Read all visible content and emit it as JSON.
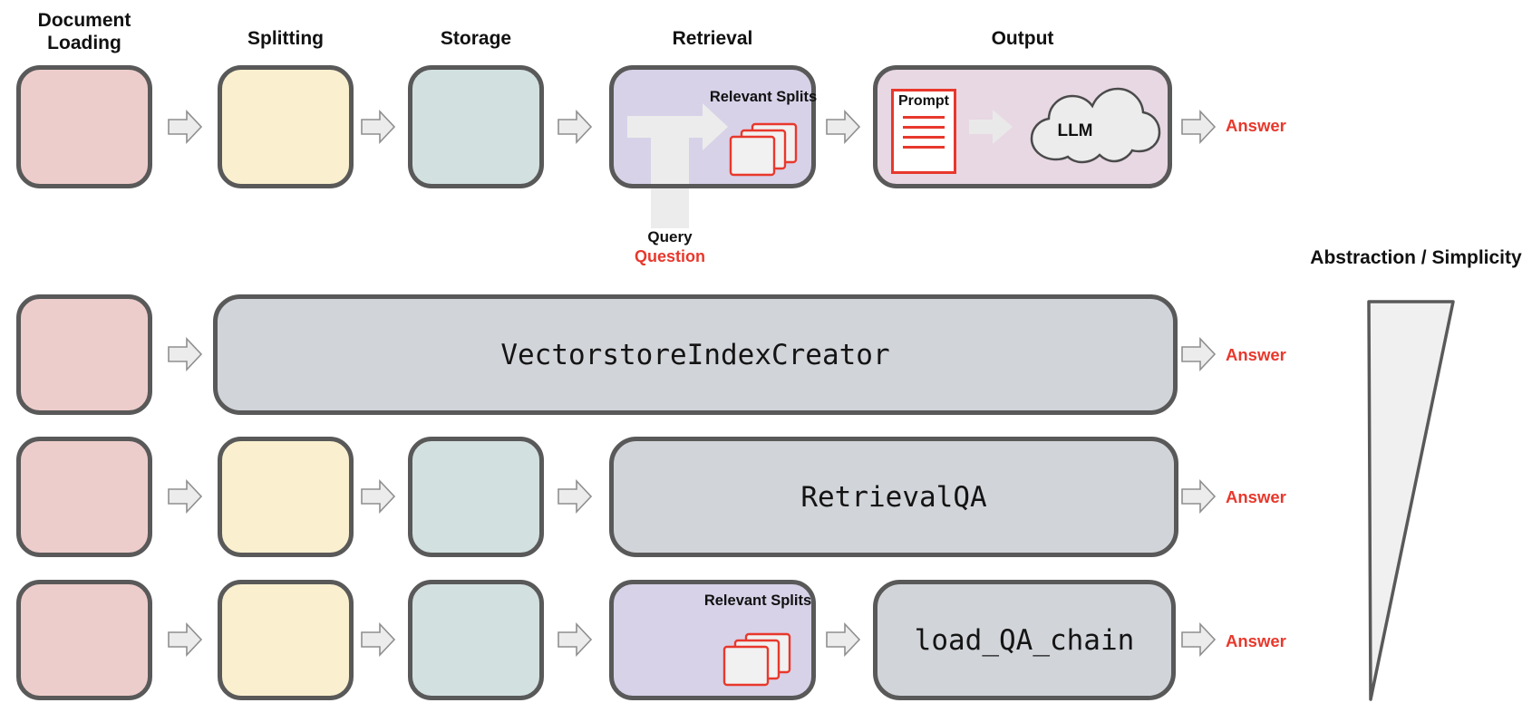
{
  "colors": {
    "pink": "#edcdcb",
    "yellow": "#faf0cf",
    "teal": "#d3e0e0",
    "purple": "#d7d2e8",
    "rose": "#e8d8e3",
    "gray": "#d1d4d9",
    "border": "#595959",
    "red": "#e8382c",
    "arrow_fill": "#ececec",
    "arrow_stroke": "#8f8f8f",
    "triangle_fill": "#f0f0f0",
    "icon_fill": "#f1f1f1",
    "cloud_stroke": "#4a4a4a"
  },
  "headings": {
    "document_loading": "Document Loading",
    "splitting": "Splitting",
    "storage": "Storage",
    "retrieval": "Retrieval",
    "output": "Output"
  },
  "labels": {
    "relevant_splits": "Relevant Splits",
    "query": "Query",
    "question": "Question",
    "prompt": "Prompt",
    "llm": "LLM",
    "answer": "Answer"
  },
  "code_boxes": {
    "vectorstore": "VectorstoreIndexCreator",
    "retrievalqa": "RetrievalQA",
    "load_qa": "load_QA_chain"
  },
  "right_panel": {
    "title": "Abstraction / Simplicity"
  }
}
